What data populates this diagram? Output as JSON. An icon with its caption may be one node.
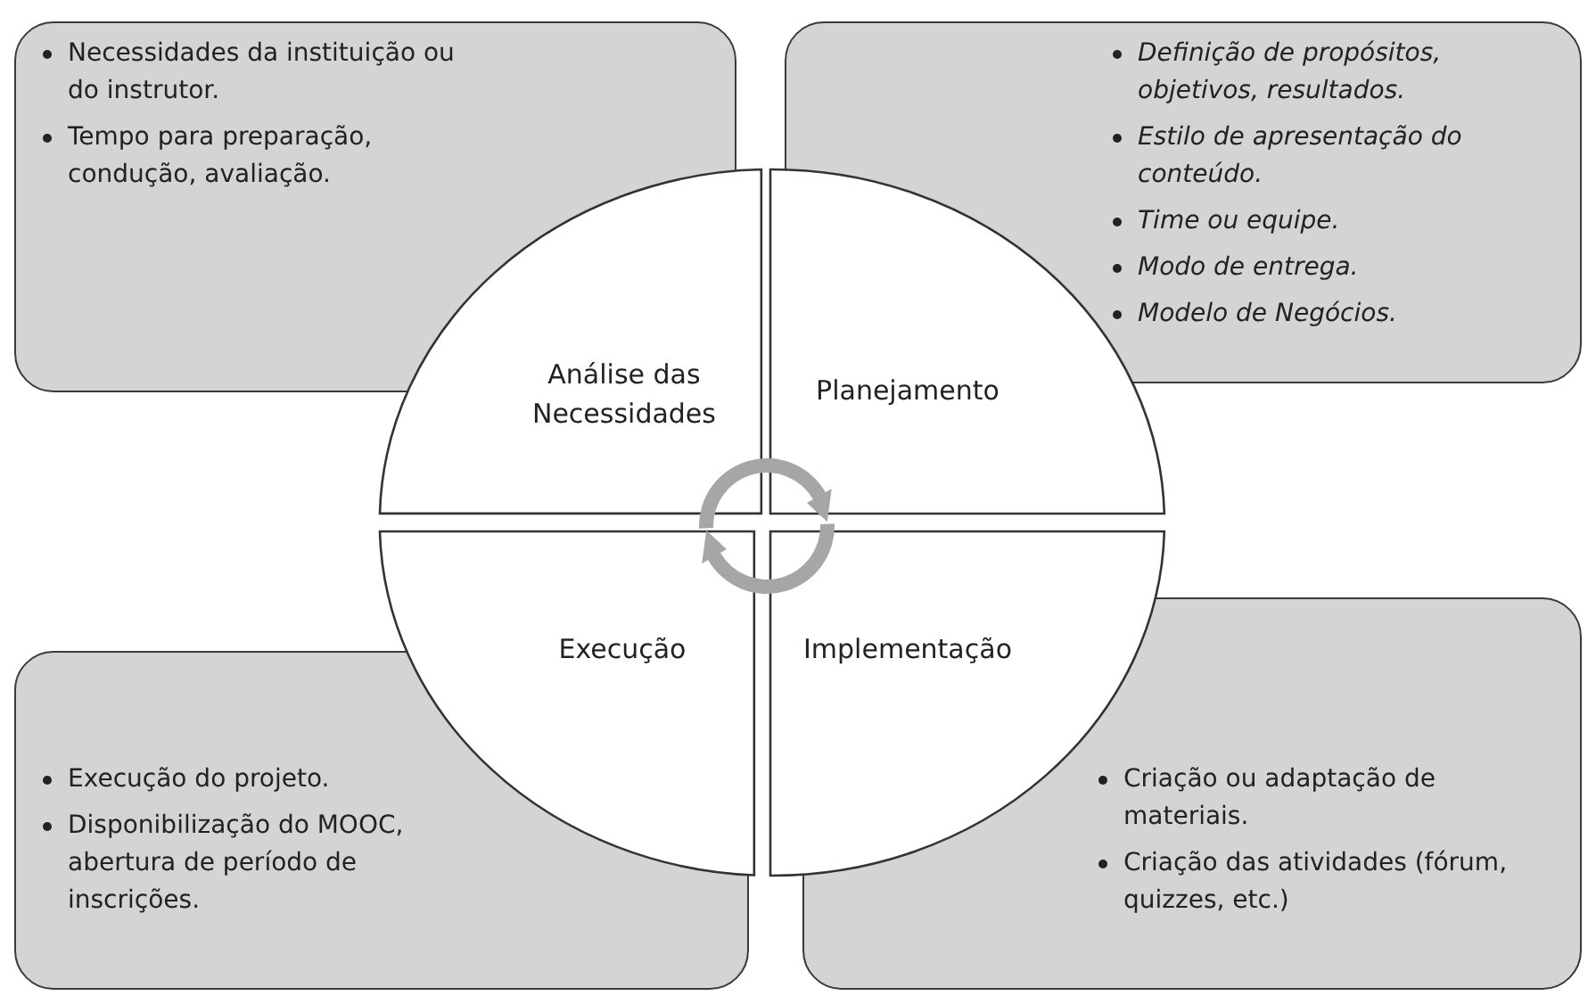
{
  "diagram": {
    "nodes": [
      {
        "text": [
          "Necessidades da instituição ou do instrutor.",
          "Tempo para preparação, condução, avaliação."
        ]
      },
      {
        "text": [
          "Definição de propósitos, objetivos, resultados.",
          "Estilo de apresentação do conteúdo.",
          "Time ou equipe.",
          "Modo de entrega.",
          "Modelo de Negócios."
        ]
      },
      {
        "text": [
          "Análise das Necessidades"
        ]
      },
      {
        "text": [
          "Planejamento"
        ]
      },
      {
        "text": [
          "Execução"
        ]
      },
      {
        "text": [
          "Implementação"
        ]
      },
      {
        "text": [
          "Execução do projeto.",
          "Disponibilização do MOOC, abertura de período de inscrições."
        ]
      },
      {
        "text": [
          "Criação ou adaptação de materiais.",
          "Criação das atividades (fórum, quizzes, etc.)"
        ]
      }
    ]
  }
}
